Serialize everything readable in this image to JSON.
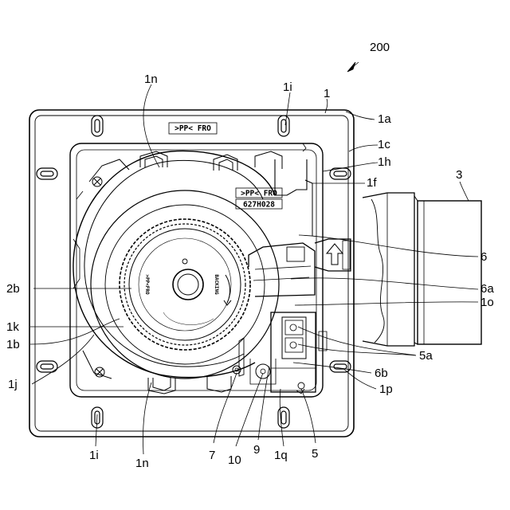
{
  "figure_number": "200",
  "labels": [
    {
      "id": "1n_top",
      "text": "1n"
    },
    {
      "id": "1i_top",
      "text": "1i"
    },
    {
      "id": "1_top",
      "text": "1"
    },
    {
      "id": "1a",
      "text": "1a"
    },
    {
      "id": "1c",
      "text": "1c"
    },
    {
      "id": "1h",
      "text": "1h"
    },
    {
      "id": "1f",
      "text": "1f"
    },
    {
      "id": "3",
      "text": "3"
    },
    {
      "id": "6",
      "text": "6"
    },
    {
      "id": "2b",
      "text": "2b"
    },
    {
      "id": "6a",
      "text": "6a"
    },
    {
      "id": "1o",
      "text": "1o"
    },
    {
      "id": "1k",
      "text": "1k"
    },
    {
      "id": "1b",
      "text": "1b"
    },
    {
      "id": "5a",
      "text": "5a"
    },
    {
      "id": "6b",
      "text": "6b"
    },
    {
      "id": "1j",
      "text": "1j"
    },
    {
      "id": "1p",
      "text": "1p"
    },
    {
      "id": "1i_bottom",
      "text": "1i"
    },
    {
      "id": "1n_bottom",
      "text": "1n"
    },
    {
      "id": "7",
      "text": "7"
    },
    {
      "id": "10",
      "text": "10"
    },
    {
      "id": "9",
      "text": "9"
    },
    {
      "id": "1q",
      "text": "1q"
    },
    {
      "id": "5",
      "text": "5"
    }
  ],
  "markings": {
    "frame_mark": ">PP< FRO",
    "casing_mark": ">PP< FRO",
    "part_number": "627H028",
    "rotor_mark": ">PP<FRO",
    "rotor_side_mark": "BACKING"
  }
}
